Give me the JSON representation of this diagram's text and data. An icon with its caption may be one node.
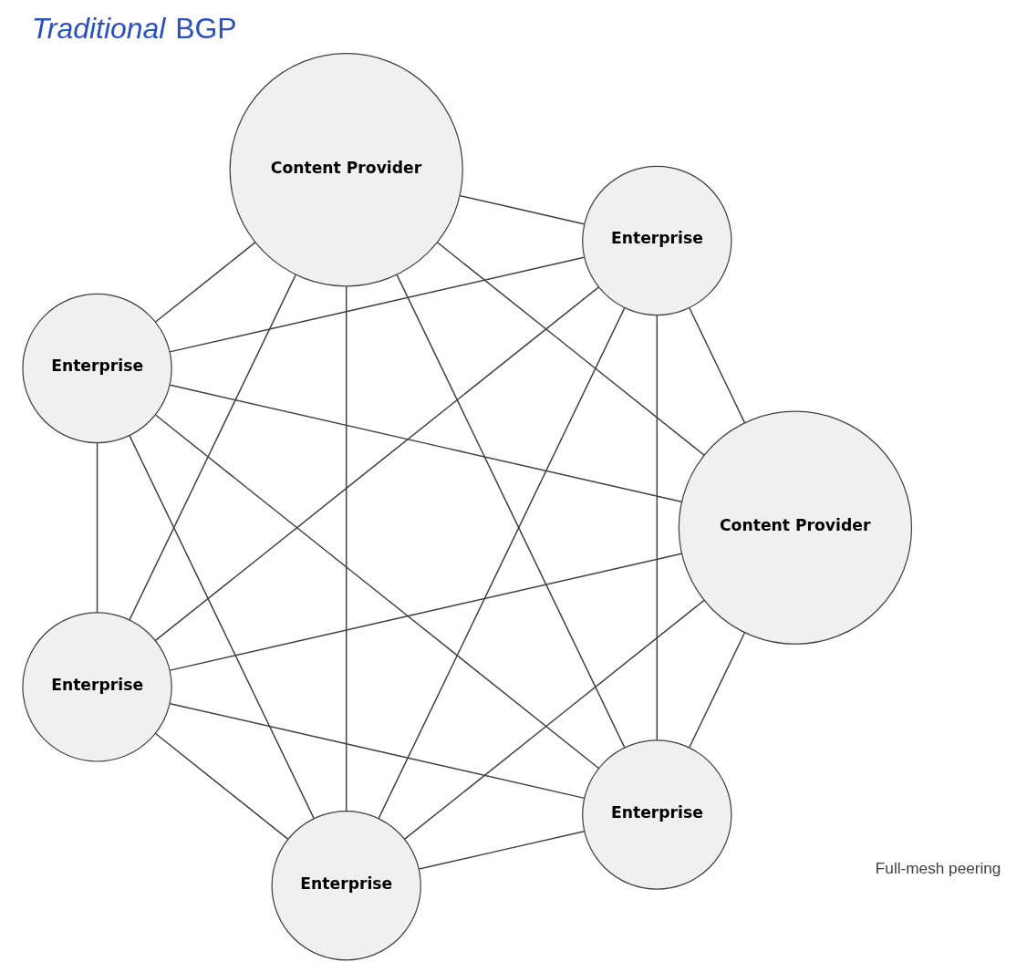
{
  "diagram": {
    "title": "*Traditional* BGP",
    "nodes": [
      {
        "text": [
          "Enterprise"
        ]
      },
      {
        "text": [
          "Content Provider"
        ]
      },
      {
        "text": [
          "Enterprise"
        ]
      },
      {
        "text": [
          "Enterprise"
        ]
      },
      {
        "text": [
          "Content Provider"
        ]
      },
      {
        "text": [
          "Enterprise"
        ]
      },
      {
        "text": [
          "Enterprise"
        ]
      }
    ],
    "edges": [
      {
        "from": 0,
        "to": 1,
        "arrow": "none"
      },
      {
        "from": 0,
        "to": 2,
        "arrow": "none"
      },
      {
        "from": 0,
        "to": 3,
        "arrow": "none"
      },
      {
        "from": 0,
        "to": 4,
        "arrow": "none"
      },
      {
        "from": 0,
        "to": 5,
        "arrow": "none"
      },
      {
        "from": 0,
        "to": 6,
        "arrow": "none"
      },
      {
        "from": 1,
        "to": 2,
        "arrow": "none"
      },
      {
        "from": 1,
        "to": 3,
        "arrow": "none"
      },
      {
        "from": 1,
        "to": 4,
        "arrow": "none"
      },
      {
        "from": 1,
        "to": 5,
        "arrow": "none"
      },
      {
        "from": 1,
        "to": 6,
        "arrow": "none"
      },
      {
        "from": 2,
        "to": 3,
        "arrow": "none"
      },
      {
        "from": 2,
        "to": 4,
        "arrow": "none"
      },
      {
        "from": 2,
        "to": 5,
        "arrow": "none"
      },
      {
        "from": 2,
        "to": 6,
        "arrow": "none"
      },
      {
        "from": 3,
        "to": 4,
        "arrow": "none"
      },
      {
        "from": 3,
        "to": 5,
        "arrow": "none"
      },
      {
        "from": 3,
        "to": 6,
        "arrow": "none"
      },
      {
        "from": 4,
        "to": 5,
        "arrow": "none"
      },
      {
        "from": 4,
        "to": 6,
        "arrow": "none"
      },
      {
        "from": 5,
        "to": 6,
        "arrow": "none"
      }
    ],
    "labels": [
      "Full-mesh peering"
    ]
  }
}
